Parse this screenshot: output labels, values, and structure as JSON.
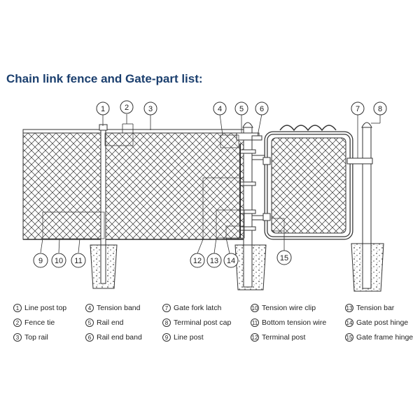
{
  "title": "Chain link fence and Gate-part list:",
  "callouts": [
    "1",
    "2",
    "3",
    "4",
    "5",
    "6",
    "7",
    "8",
    "9",
    "10",
    "11",
    "12",
    "13",
    "14",
    "15"
  ],
  "parts": [
    {
      "num": "1",
      "label": "Line post top"
    },
    {
      "num": "2",
      "label": "Fence tie"
    },
    {
      "num": "3",
      "label": "Top rail"
    },
    {
      "num": "4",
      "label": "Tension band"
    },
    {
      "num": "5",
      "label": "Rail end"
    },
    {
      "num": "6",
      "label": "Rail end band"
    },
    {
      "num": "7",
      "label": "Gate fork latch"
    },
    {
      "num": "8",
      "label": "Terminal post cap"
    },
    {
      "num": "9",
      "label": "Line post"
    },
    {
      "num": "10",
      "label": "Tension wire clip"
    },
    {
      "num": "11",
      "label": "Bottom tension wire"
    },
    {
      "num": "12",
      "label": "Terminal post"
    },
    {
      "num": "13",
      "label": "Tension bar"
    },
    {
      "num": "14",
      "label": "Gate post hinge"
    },
    {
      "num": "15",
      "label": "Gate frame hinge"
    }
  ]
}
